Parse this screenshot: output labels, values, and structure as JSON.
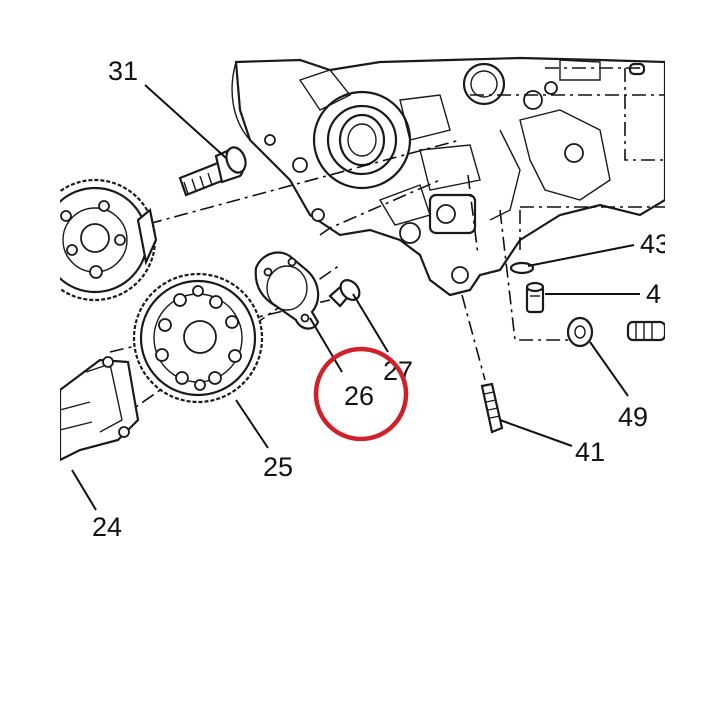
{
  "callouts": {
    "p31": "31",
    "p25": "25",
    "p24": "24",
    "p26": "26",
    "p27": "27",
    "p41": "41",
    "p49": "49",
    "p43_partial": "43",
    "p4x_partial": "4"
  },
  "highlight": {
    "target": "26",
    "color": "#d0202a"
  }
}
